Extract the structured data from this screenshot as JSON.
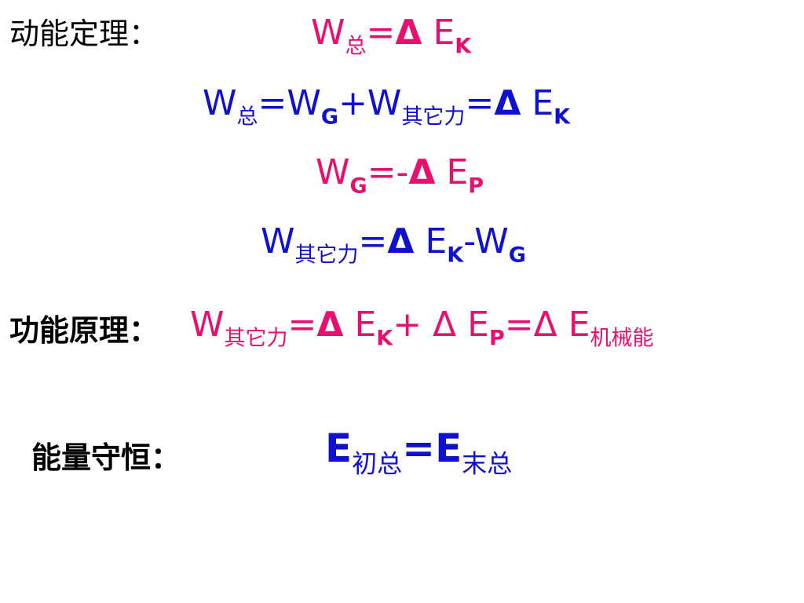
{
  "colors": {
    "pink": "#e8106e",
    "blue": "#1010d0",
    "text": "#000000"
  },
  "kinetic_theorem": {
    "label": "动能定理：",
    "main": {
      "W": "W",
      "sub_total": "总",
      "eq": "=",
      "delta": "Δ",
      "E": " E",
      "sub_K": "K"
    },
    "line2": {
      "W1": "W",
      "sub_total": "总",
      "eq1": "=W",
      "sub_G": "G",
      "plus": "+W",
      "sub_other": "其它力",
      "eq2": "=",
      "delta": "Δ",
      "E": " E",
      "sub_K": "K"
    },
    "line3": {
      "W": "W",
      "sub_G": "G",
      "eq": "=-",
      "delta": "Δ",
      "E": " E",
      "sub_P": "P"
    },
    "line4": {
      "W": "W",
      "sub_other": "其它力",
      "eq": "=",
      "delta": "Δ",
      "E": " E",
      "sub_K": "K",
      "minus": "-W",
      "sub_G": "G"
    }
  },
  "work_energy_principle": {
    "label": "功能原理：",
    "eq": {
      "W": "W",
      "sub_other": "其它力",
      "eq1": "=",
      "delta": "Δ",
      "E1": " E",
      "sub_K": "K",
      "plus": "+ Δ E",
      "sub_P": "P",
      "eq2": "=Δ E",
      "sub_mech": "机械能"
    }
  },
  "energy_conservation": {
    "label": "能量守恒：",
    "eq": {
      "E1": "E",
      "sub_init": "初总",
      "eq": "=E",
      "sub_final": "末总"
    }
  }
}
